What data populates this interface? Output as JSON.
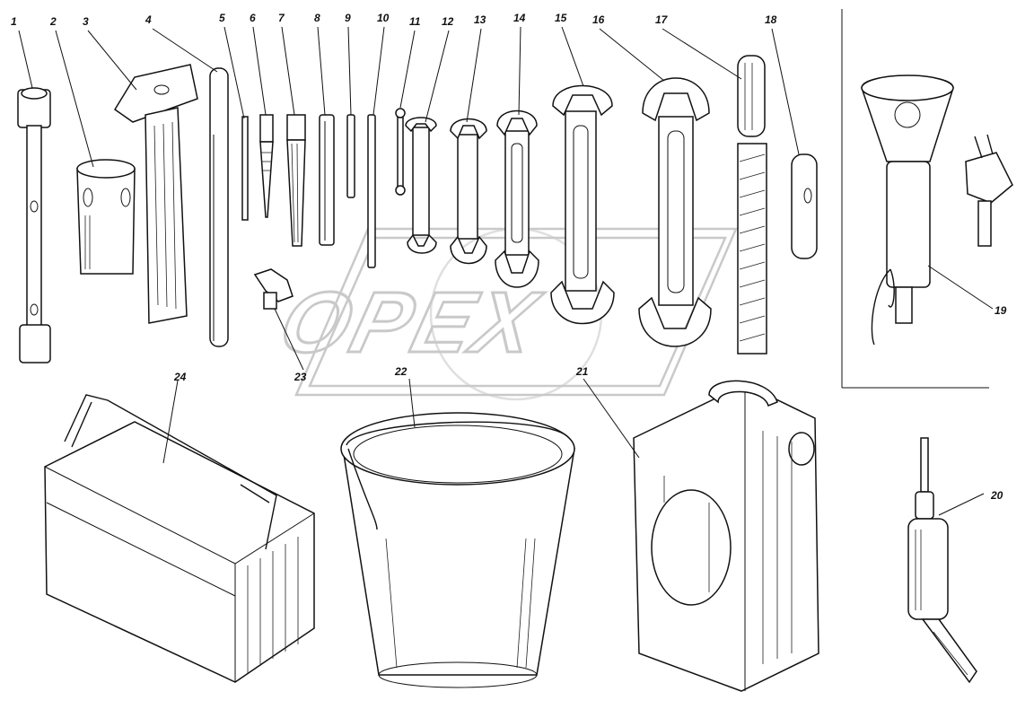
{
  "watermark": {
    "text": "OPEX"
  },
  "callouts": [
    {
      "id": "1",
      "text": "1"
    },
    {
      "id": "2",
      "text": "2"
    },
    {
      "id": "3",
      "text": "3"
    },
    {
      "id": "4",
      "text": "4"
    },
    {
      "id": "5",
      "text": "5"
    },
    {
      "id": "6",
      "text": "6"
    },
    {
      "id": "7",
      "text": "7"
    },
    {
      "id": "8",
      "text": "8"
    },
    {
      "id": "9",
      "text": "9"
    },
    {
      "id": "10",
      "text": "10"
    },
    {
      "id": "11",
      "text": "11"
    },
    {
      "id": "12",
      "text": "12"
    },
    {
      "id": "13",
      "text": "13"
    },
    {
      "id": "14",
      "text": "14"
    },
    {
      "id": "15",
      "text": "15"
    },
    {
      "id": "16",
      "text": "16"
    },
    {
      "id": "17",
      "text": "17"
    },
    {
      "id": "18",
      "text": "18"
    },
    {
      "id": "19",
      "text": "19"
    },
    {
      "id": "20",
      "text": "20"
    },
    {
      "id": "21",
      "text": "21"
    },
    {
      "id": "22",
      "text": "22"
    },
    {
      "id": "23",
      "text": "23"
    },
    {
      "id": "24",
      "text": "24"
    }
  ],
  "colors": {
    "ink": "#111111",
    "watermark": "#c9c9c9",
    "background": "#ffffff"
  }
}
